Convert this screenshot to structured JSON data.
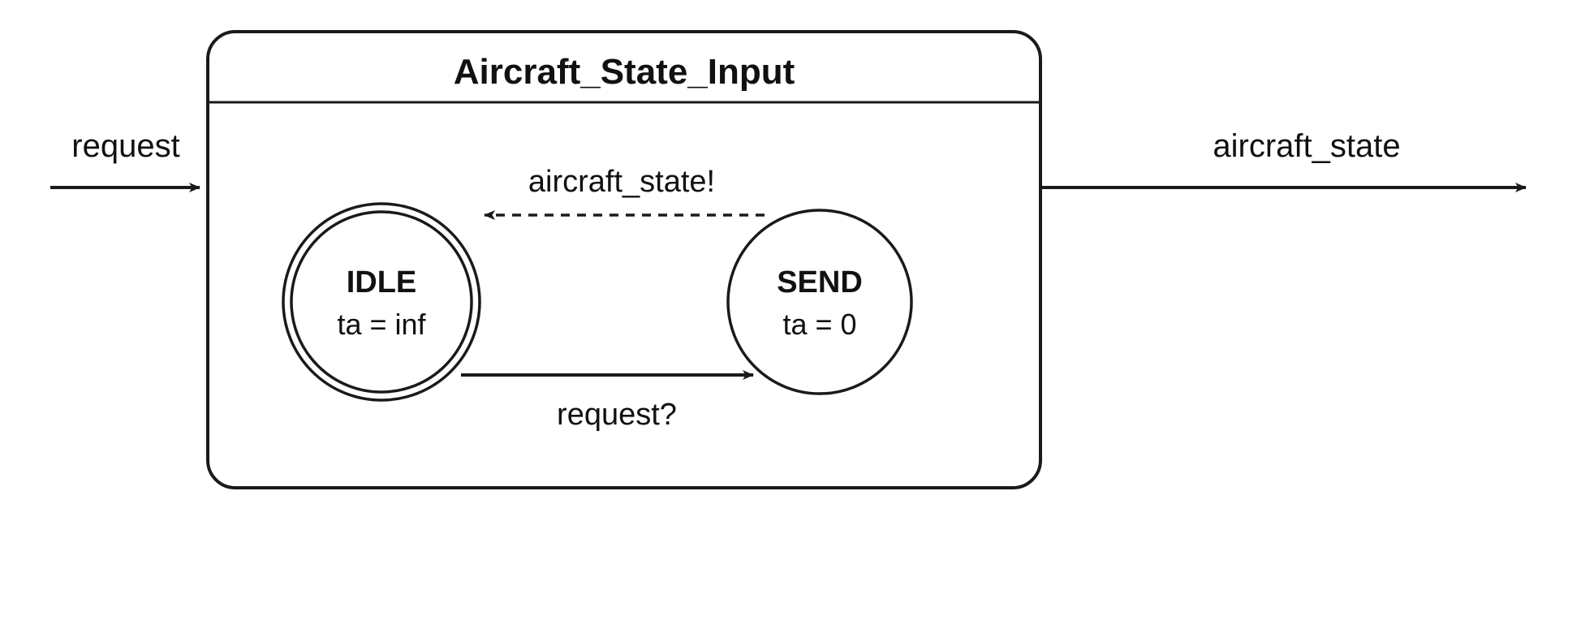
{
  "diagram": {
    "kind": "state-machine",
    "block": {
      "title": "Aircraft_State_Input",
      "shape": "rounded-rectangle"
    },
    "ports": {
      "input": {
        "label": "request",
        "direction": "in"
      },
      "output": {
        "label": "aircraft_state",
        "direction": "out"
      }
    },
    "states": [
      {
        "id": "idle",
        "name": "IDLE",
        "ta": "ta = inf",
        "shape": "double-circle",
        "initial": true
      },
      {
        "id": "send",
        "name": "SEND",
        "ta": "ta = 0",
        "shape": "circle",
        "initial": false
      }
    ],
    "transitions": [
      {
        "id": "send-to-idle",
        "from": "send",
        "to": "idle",
        "label": "aircraft_state!",
        "style": "dashed",
        "kind": "output"
      },
      {
        "id": "idle-to-send",
        "from": "idle",
        "to": "send",
        "label": "request?",
        "style": "solid",
        "kind": "input"
      }
    ],
    "colors": {
      "stroke": "#1a1a1a",
      "text": "#111111",
      "background": "#ffffff"
    }
  }
}
